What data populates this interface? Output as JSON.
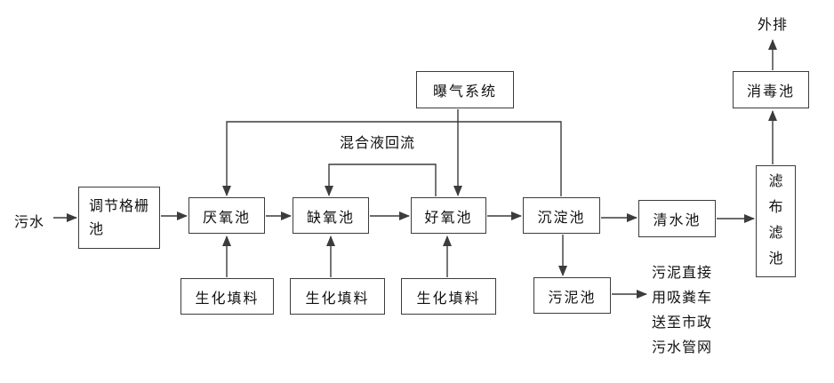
{
  "diagram": {
    "description": "wastewater-treatment-process-flowchart",
    "colors": {
      "line": "#3c3c3c",
      "border": "#3c3c3c",
      "text": "#111111",
      "background": "#ffffff"
    },
    "nodes": {
      "influent_label": "污水",
      "regulating_grid_tank": "调节格栅池",
      "anaerobic_tank": "厌氧池",
      "anoxic_tank": "缺氧池",
      "aerobic_tank": "好氧池",
      "sedimentation_tank": "沉淀池",
      "clean_water_tank": "清水池",
      "cloth_filter_tank": "滤布滤池",
      "disinfection_tank": "消毒池",
      "discharge_label": "外排",
      "aeration_system": "曝气系统",
      "mixed_liquor_reflux_label": "混合液回流",
      "bio_filler_tanks": [
        "生化填料",
        "生化填料",
        "生化填料"
      ],
      "sludge_tank": "污泥池",
      "sludge_note_lines": [
        "污泥直接",
        "用吸粪车",
        "送至市政",
        "污水管网"
      ]
    }
  }
}
